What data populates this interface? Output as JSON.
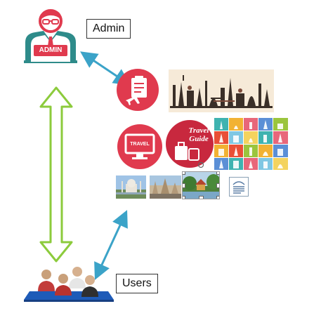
{
  "labels": {
    "admin": "Admin",
    "users": "Users"
  },
  "admin_badge": "ADMIN",
  "travel_icon_text": "TRAVEL",
  "travel_guide_text": [
    "Travel",
    "Guide"
  ],
  "colors": {
    "brand_red": "#E03A4E",
    "admin_teal": "#2E8B8A",
    "arrow_blue": "#3BA3C8",
    "arrow_green": "#8CCB3C"
  },
  "icons": [
    "admin-avatar-icon",
    "checklist-plane-icon",
    "travel-monitor-icon",
    "travel-guide-luggage-icon",
    "users-group-icon",
    "text-document-icon"
  ]
}
